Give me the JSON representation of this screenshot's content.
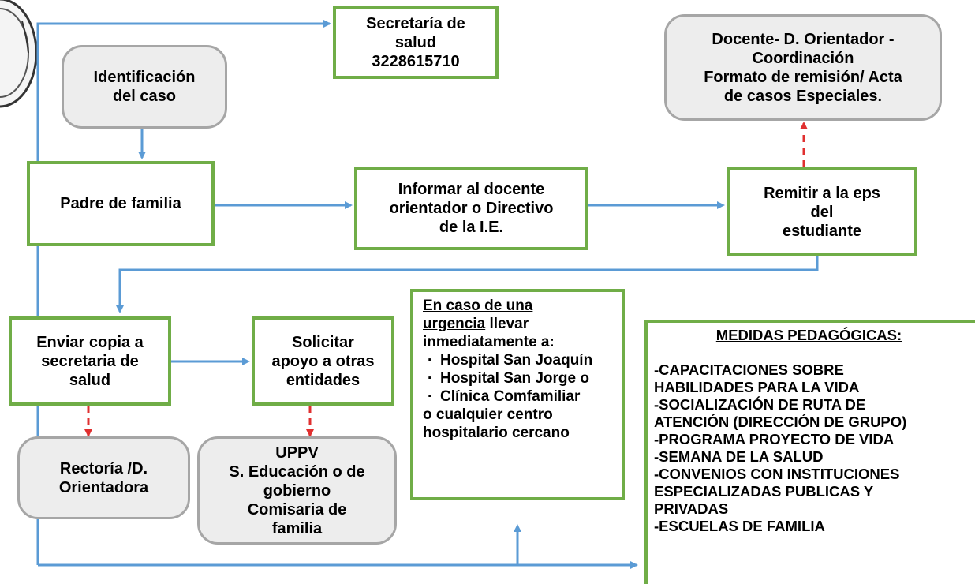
{
  "colors": {
    "green_border": "#70ad47",
    "gray_border": "#a6a6a6",
    "gray_fill": "#ededed",
    "arrow_blue": "#5b9bd5",
    "arrow_red": "#e03030"
  },
  "nodes": {
    "secretaria": {
      "lines": [
        "Secretaría de",
        "salud",
        "3228615710"
      ]
    },
    "identificacion": {
      "lines": [
        "Identificación",
        "del caso"
      ]
    },
    "padre": {
      "lines": [
        "Padre de familia"
      ]
    },
    "informar": {
      "lines": [
        "Informar al docente",
        "orientador o Directivo",
        "de la I.E."
      ]
    },
    "remitir": {
      "lines": [
        "Remitir a la eps",
        "del",
        "estudiante"
      ]
    },
    "docente": {
      "lines": [
        "Docente-  D. Orientador -",
        "Coordinación",
        "Formato de remisión/ Acta",
        "de casos Especiales."
      ]
    },
    "enviar": {
      "lines": [
        "Enviar copia a",
        "secretaria de",
        "salud"
      ]
    },
    "solicitar": {
      "lines": [
        "Solicitar",
        "apoyo a otras",
        "entidades"
      ]
    },
    "rectoria": {
      "lines": [
        "Rectoría /D.",
        "Orientadora"
      ]
    },
    "uppv": {
      "lines": [
        "UPPV",
        "S. Educación o de",
        "gobierno",
        "Comisaria de",
        "familia"
      ]
    },
    "urgencia": {
      "intro_underlined": "En caso de una",
      "intro_line2_underlined": "urgencia",
      "intro_line2_rest": " llevar",
      "intro_line3": "inmediatamente a:",
      "items": [
        "Hospital San Joaquín",
        "Hospital San Jorge o",
        "Clínica Comfamiliar"
      ],
      "outro": [
        "o cualquier centro",
        "hospitalario cercano"
      ]
    },
    "medidas": {
      "title": "MEDIDAS PEDAGÓGICAS:",
      "lines": [
        "-CAPACITACIONES SOBRE",
        "HABILIDADES PARA LA VIDA",
        "-SOCIALIZACIÓN DE RUTA DE",
        "ATENCIÓN (DIRECCIÓN DE GRUPO)",
        "-PROGRAMA PROYECTO DE VIDA",
        "-SEMANA DE LA SALUD",
        "-CONVENIOS CON INSTITUCIONES",
        "ESPECIALIZADAS PUBLICAS Y",
        "PRIVADAS",
        "-ESCUELAS DE FAMILIA"
      ]
    }
  }
}
